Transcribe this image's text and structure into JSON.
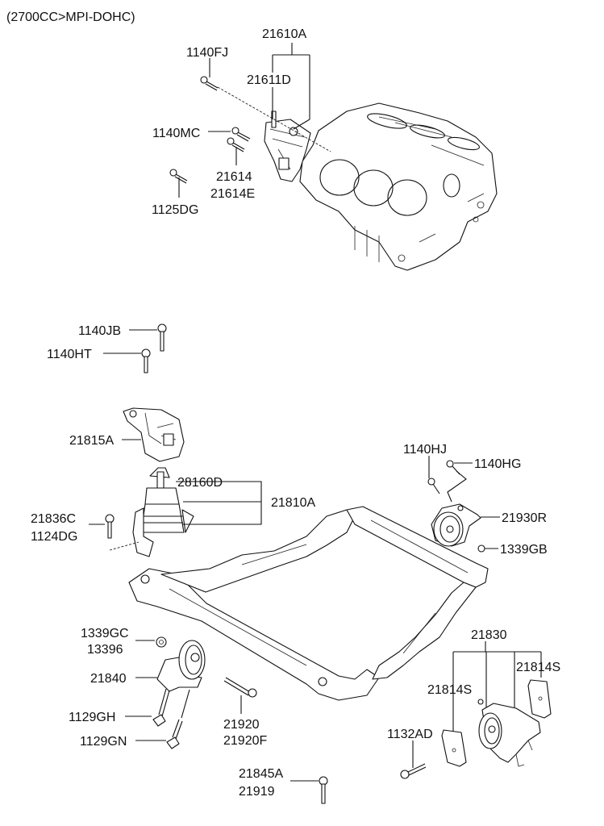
{
  "title": "(2700CC>MPI-DOHC)",
  "callouts": {
    "c21610A": "21610A",
    "c1140FJ": "1140FJ",
    "c21611D": "21611D",
    "c1140MC": "1140MC",
    "c21614": "21614",
    "c21614E": "21614E",
    "c1125DG": "1125DG",
    "c1140JB": "1140JB",
    "c1140HT": "1140HT",
    "c21815A": "21815A",
    "c28160D": "28160D",
    "c21810A": "21810A",
    "c21836C": "21836C",
    "c1124DG": "1124DG",
    "c1140HJ": "1140HJ",
    "c1140HG": "1140HG",
    "c21930R": "21930R",
    "c1339GB": "1339GB",
    "c1339GC": "1339GC",
    "c13396": "13396",
    "c21840": "21840",
    "c1129GH": "1129GH",
    "c1129GN": "1129GN",
    "c21920": "21920",
    "c21920F": "21920F",
    "c21845A": "21845A",
    "c21919": "21919",
    "c21830": "21830",
    "c21814S_right": "21814S",
    "c21814S_left": "21814S",
    "c1132AD": "1132AD"
  },
  "parts": [
    "engine-block",
    "front-engine-bracket",
    "engine-mount-bracket",
    "engine-mount-insulator",
    "roll-rod-bracket",
    "front-roll-stopper",
    "rear-roll-stopper",
    "transaxle-mount",
    "crossmember-subframe"
  ]
}
